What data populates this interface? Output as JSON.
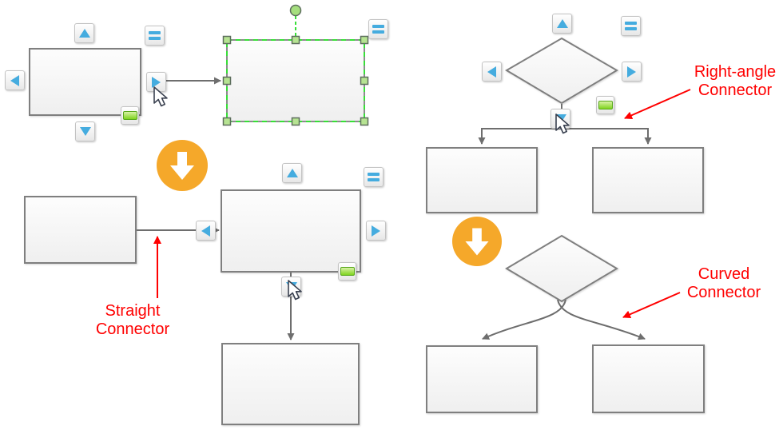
{
  "annotations": {
    "straight": {
      "line1": "Straight",
      "line2": "Connector"
    },
    "right_angle": {
      "line1": "Right-angle",
      "line2": "Connector"
    },
    "curved": {
      "line1": "Curved",
      "line2": "Connector"
    }
  },
  "colors": {
    "shape_border": "#7f7f7f",
    "shape_fill_top": "#fdfdfd",
    "shape_fill_bottom": "#efefef",
    "connector_gray": "#6e6e6e",
    "selection_dash_green": "#37df37",
    "handle_fill_green": "#b6e392",
    "accent_blue": "#45acdf",
    "pill_green": "#7fd41e",
    "badge_orange": "#f5a82a",
    "annotation_red": "#ff0000",
    "button_border": "#c3c3c3"
  },
  "icons": {
    "up_arrow_icon": "▲",
    "down_arrow_icon": "▼",
    "left_arrow_icon": "◀",
    "right_arrow_icon": "▶",
    "menu_icon": "≡",
    "connect_pill_icon": "▬",
    "rotation_handle_icon": "●",
    "down_step_icon": "⬇",
    "cursor_icon": "➤"
  }
}
